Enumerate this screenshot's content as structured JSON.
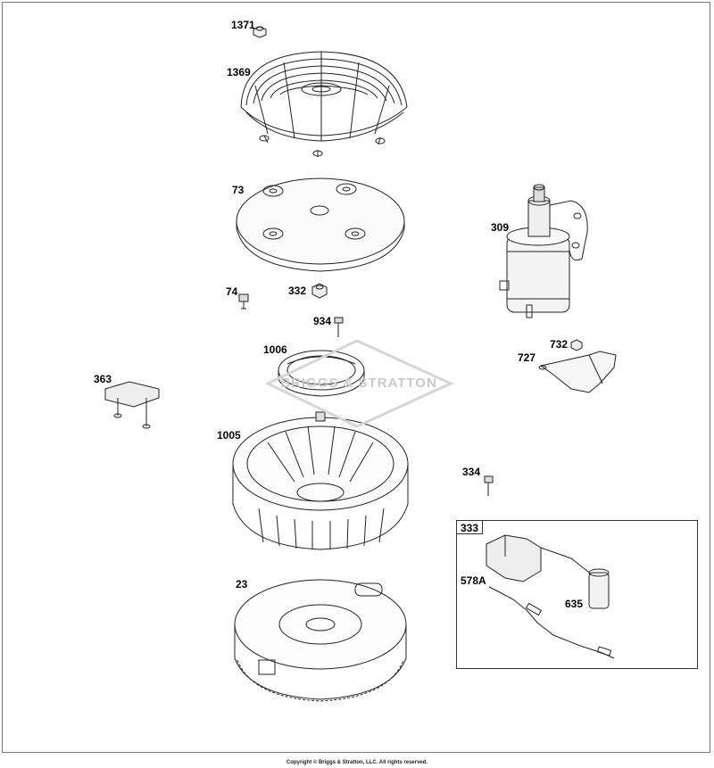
{
  "diagram": {
    "watermark": "BRIGGS & STRATTON",
    "copyright": "Copyright © Briggs & Stratton, LLC. All rights reserved.",
    "kit_label": "333",
    "parts": [
      {
        "id": "1371",
        "name": "part-1371"
      },
      {
        "id": "1369",
        "name": "part-1369"
      },
      {
        "id": "73",
        "name": "part-73"
      },
      {
        "id": "309",
        "name": "part-309"
      },
      {
        "id": "74",
        "name": "part-74"
      },
      {
        "id": "332",
        "name": "part-332"
      },
      {
        "id": "934",
        "name": "part-934"
      },
      {
        "id": "1006",
        "name": "part-1006"
      },
      {
        "id": "732",
        "name": "part-732"
      },
      {
        "id": "727",
        "name": "part-727"
      },
      {
        "id": "363",
        "name": "part-363"
      },
      {
        "id": "1005",
        "name": "part-1005"
      },
      {
        "id": "334",
        "name": "part-334"
      },
      {
        "id": "578A",
        "name": "part-578a"
      },
      {
        "id": "635",
        "name": "part-635"
      },
      {
        "id": "23",
        "name": "part-23"
      }
    ]
  }
}
